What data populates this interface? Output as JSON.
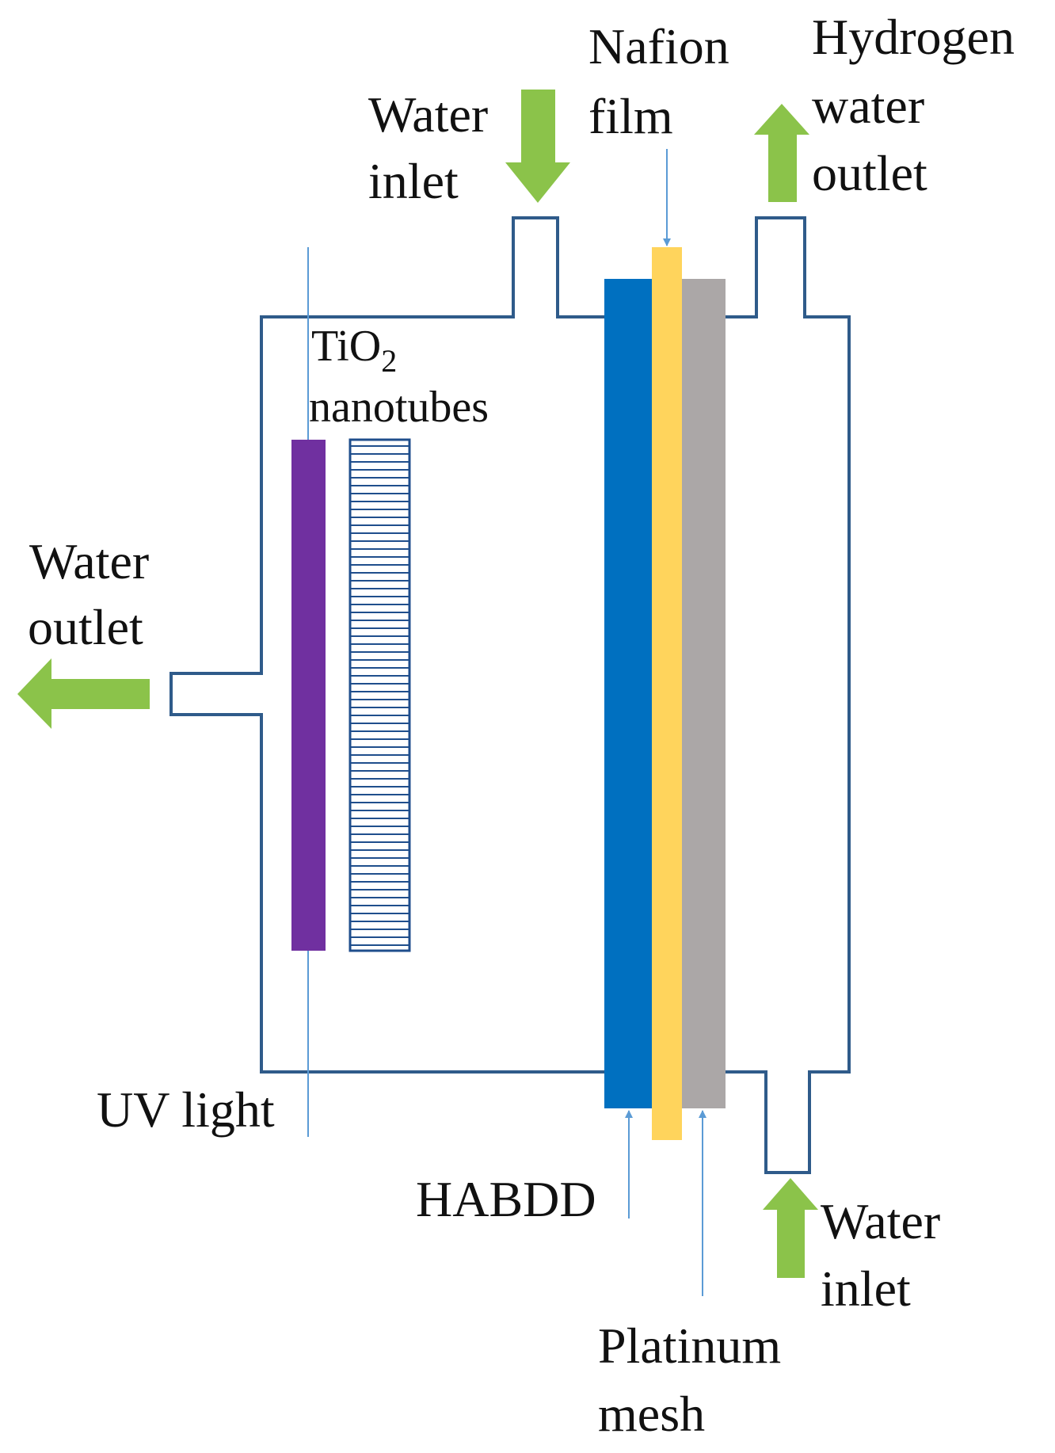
{
  "labels": {
    "water_inlet_top": [
      "Water",
      "inlet"
    ],
    "nafion_film": [
      "Nafion",
      "film"
    ],
    "hydrogen_water_outlet": [
      "Hydrogen",
      "water",
      "outlet"
    ],
    "tio2_nanotubes": {
      "base": "TiO",
      "subscript": "2",
      "line2": "nanotubes"
    },
    "water_outlet": [
      "Water",
      "outlet"
    ],
    "uv_light": "UV light",
    "habdd": "HABDD",
    "water_inlet_bottom": [
      "Water",
      "inlet"
    ],
    "platinum_mesh": [
      "Platinum",
      "mesh"
    ]
  },
  "colors": {
    "vessel_outline": "#2f5b8a",
    "pointer_line": "#5b9bd5",
    "flow_arrow": "#8bc34a",
    "uv_lamp": "#7030a0",
    "tio2_hatch": "#1f4e8c",
    "habdd_layer": "#0070c0",
    "nafion_layer": "#ffd45c",
    "platinum_layer": "#aba7a7"
  }
}
